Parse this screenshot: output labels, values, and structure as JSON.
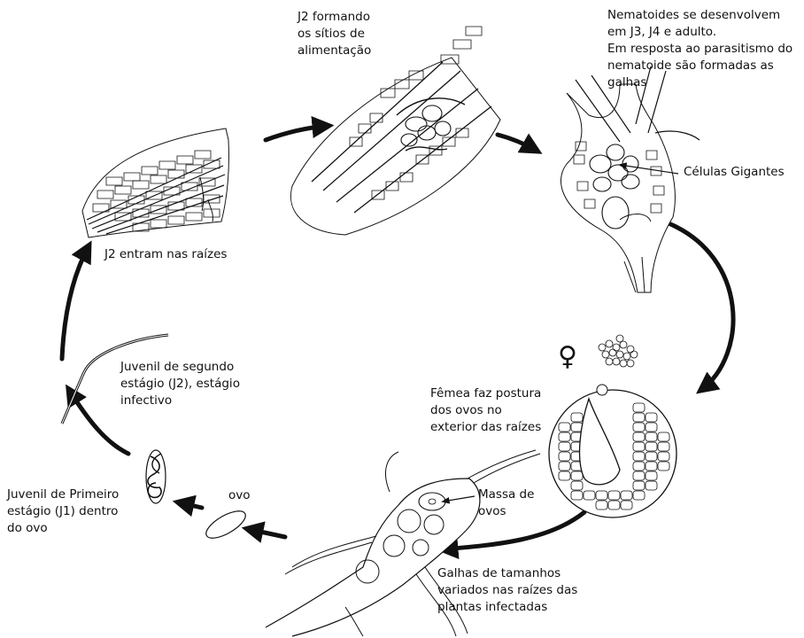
{
  "labels": {
    "j2_formando": [
      "J2 formando",
      "os sítios de",
      "alimentação"
    ],
    "nematoides": [
      "Nematoides se desenvolvem",
      "em J3, J4 e adulto.",
      "Em resposta ao parasitismo do",
      "nematoide são formadas as",
      "galhas"
    ],
    "celulas_gigantes": [
      "Células Gigantes"
    ],
    "j2_entram": [
      "J2 entram nas raízes"
    ],
    "juvenil_segundo": [
      "Juvenil de segundo",
      "estágio (J2), estágio",
      "infectivo"
    ],
    "femea": [
      "Fêmea faz postura",
      "dos ovos no",
      "exterior das raízes"
    ],
    "massa_ovos": [
      "Massa de",
      "ovos"
    ],
    "ovo": [
      "ovo"
    ],
    "juvenil_primeiro": [
      "Juvenil de Primeiro",
      "estágio (J1) dentro",
      "do ovo"
    ],
    "galhas": [
      "Galhas de tamanhos",
      "variados nas raízes das",
      "plantas infectadas"
    ]
  },
  "symbols": {
    "female": "♀"
  },
  "colors": {
    "ink": "#111111",
    "cell_fill": "#ffffff"
  }
}
